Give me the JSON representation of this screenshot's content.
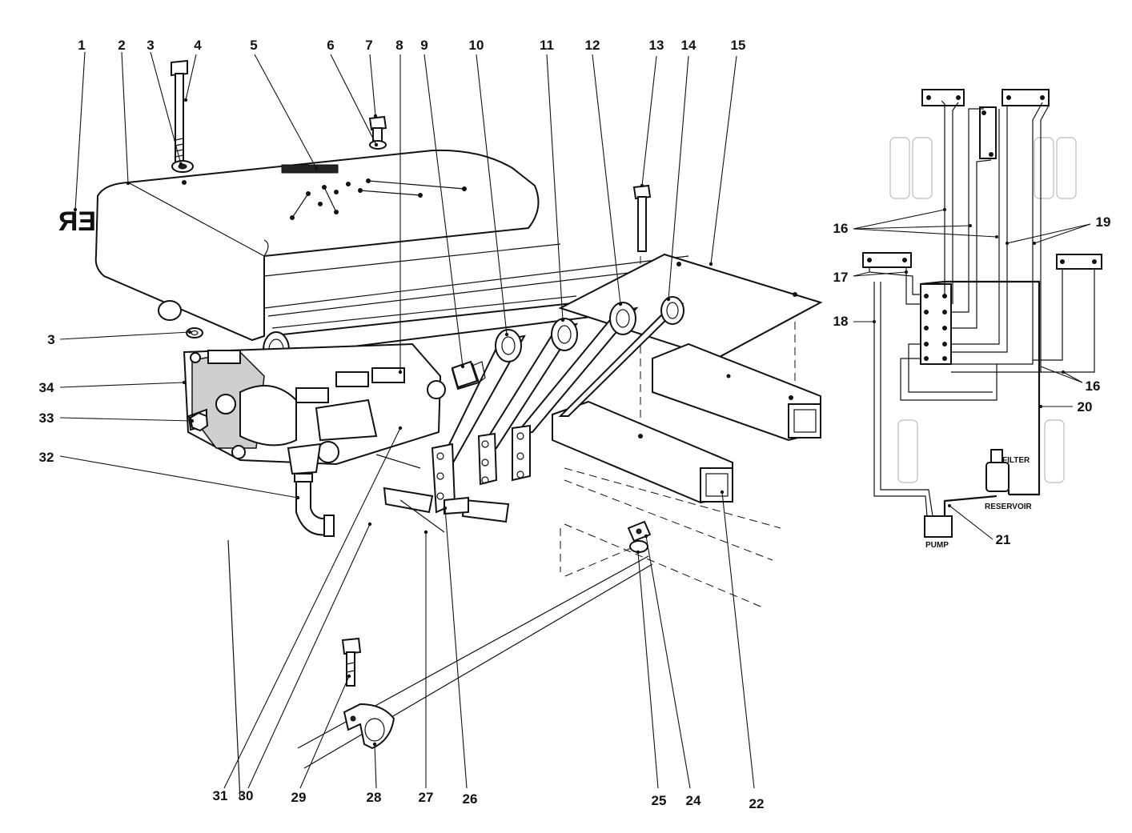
{
  "callouts": {
    "c1": "1",
    "c2": "2",
    "c3a": "3",
    "c4": "4",
    "c5": "5",
    "c6": "6",
    "c7": "7",
    "c8": "8",
    "c9": "9",
    "c10": "10",
    "c11": "11",
    "c12": "12",
    "c13": "13",
    "c14": "14",
    "c15": "15",
    "c16a": "16",
    "c16b": "16",
    "c17": "17",
    "c18": "18",
    "c19": "19",
    "c20": "20",
    "c21": "21",
    "c22": "22",
    "c24": "24",
    "c25": "25",
    "c26": "26",
    "c27": "27",
    "c28": "28",
    "c29": "29",
    "c30": "30",
    "c31": "31",
    "c32": "32",
    "c33": "33",
    "c34": "34",
    "c3b": "3"
  },
  "schematic": {
    "filter_label": "FILTER",
    "reservoir_label": "RESERVOIR",
    "pump_label": "PUMP"
  },
  "cover_lettering": "ER"
}
